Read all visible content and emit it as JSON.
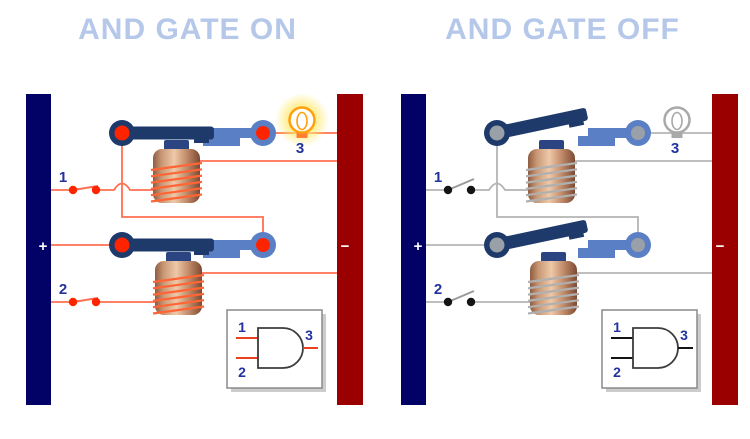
{
  "panels": [
    {
      "id": "on",
      "title": "AND GATE ON",
      "state": "on",
      "battery": {
        "positive_label": "+",
        "negative_label": "−"
      },
      "switches": [
        {
          "label": "1",
          "closed": true
        },
        {
          "label": "2",
          "closed": true
        }
      ],
      "relays": [
        {
          "energized": true
        },
        {
          "energized": true
        }
      ],
      "lamp": {
        "label": "3",
        "lit": true
      },
      "gate": {
        "type": "AND",
        "input_labels": [
          "1",
          "2"
        ],
        "output_label": "3",
        "active": true
      }
    },
    {
      "id": "off",
      "title": "AND GATE OFF",
      "state": "off",
      "battery": {
        "positive_label": "+",
        "negative_label": "−"
      },
      "switches": [
        {
          "label": "1",
          "closed": false
        },
        {
          "label": "2",
          "closed": false
        }
      ],
      "relays": [
        {
          "energized": false
        },
        {
          "energized": false
        }
      ],
      "lamp": {
        "label": "3",
        "lit": false
      },
      "gate": {
        "type": "AND",
        "input_labels": [
          "1",
          "2"
        ],
        "output_label": "3",
        "active": false
      }
    }
  ],
  "colors": {
    "title": "#b5c8ea",
    "bar_positive": "#010166",
    "bar_negative": "#9a0000",
    "wire_on": "#ff7050",
    "wire_off": "#b4b4b4",
    "dot_on": "#ff2400",
    "dot_off": "#141414",
    "contact_off": "#9aa0a8",
    "lever_off": "#999999",
    "armature": "#1e3a6b",
    "contact_blue": "#5b7fc4",
    "winding_on": "#ff6535",
    "winding_off": "#b0b0b0",
    "coil_cap": "#2b4583",
    "copper": [
      "#8f5c42",
      "#c89774",
      "#eec9a9",
      "#c08a68",
      "#7c4a33"
    ],
    "lamp_on": "#ffa010",
    "lamp_off": "#a9a9a9",
    "lamp_base_on": "#ff8030",
    "glow": "#ffe96a",
    "label": "#23339e",
    "terminal_text": "#ffffff",
    "gate_stroke": "#3c3c3c",
    "gate_wire_on": "#e8421e",
    "gate_wire_off": "#141414",
    "box_border": "#8a8a8a",
    "box_shadow": "#cccccc"
  }
}
